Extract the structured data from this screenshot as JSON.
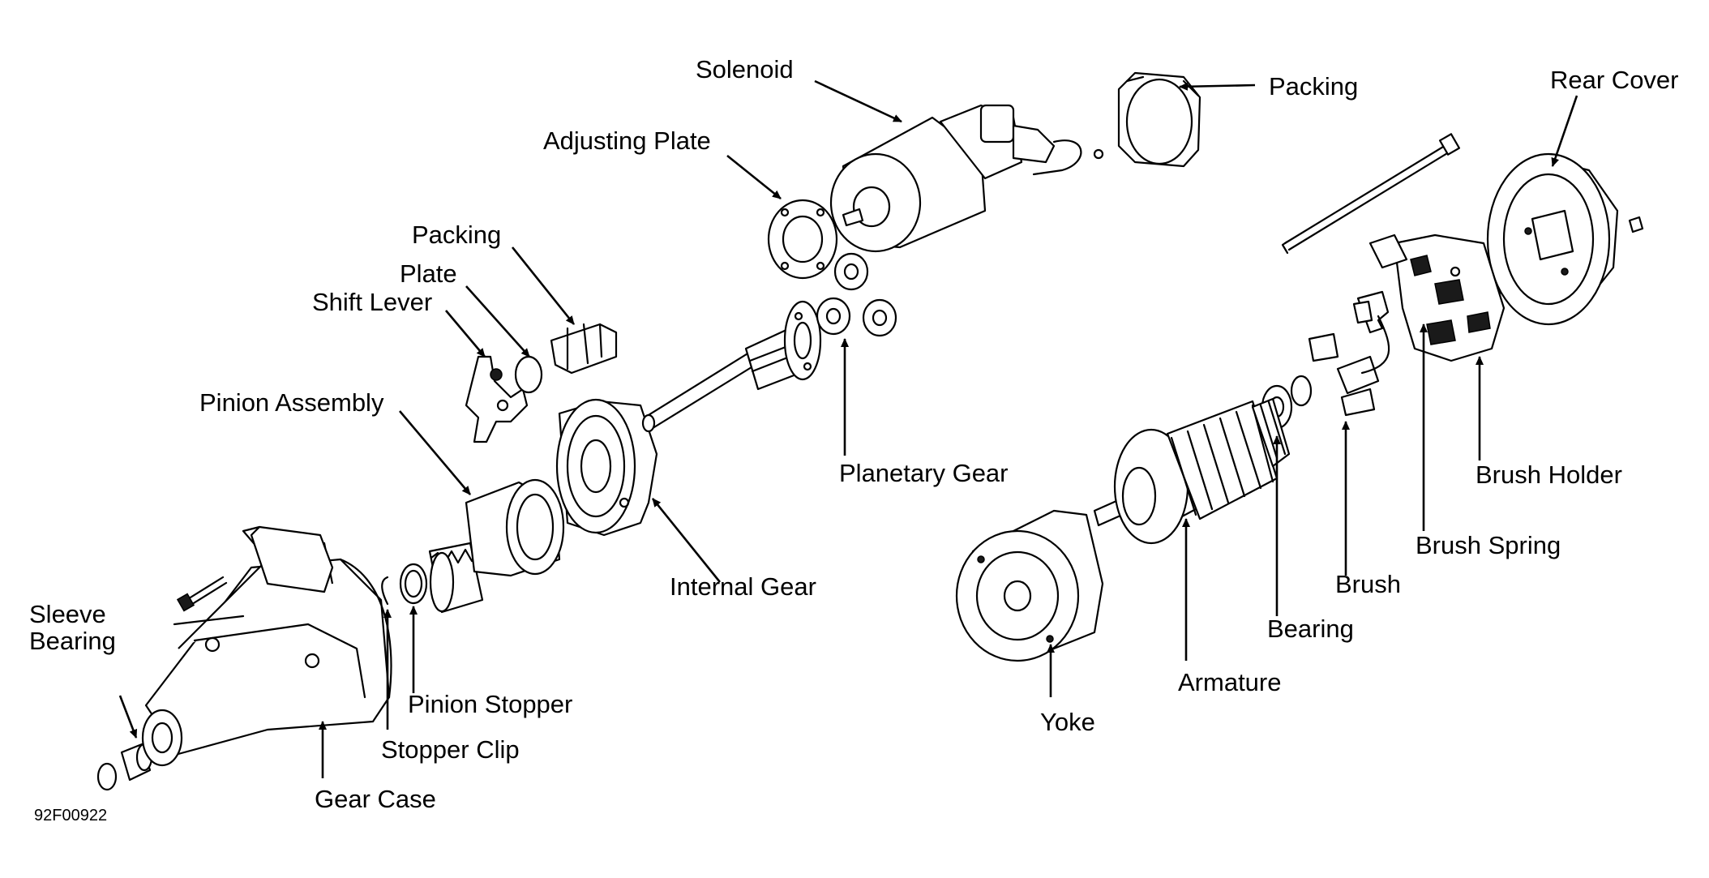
{
  "labels": {
    "solenoid": "Solenoid",
    "packing_top": "Packing",
    "rear_cover": "Rear Cover",
    "adjusting_plate": "Adjusting Plate",
    "packing_left": "Packing",
    "plate": "Plate",
    "shift_lever": "Shift Lever",
    "pinion_assembly": "Pinion Assembly",
    "planetary_gear": "Planetary Gear",
    "brush_holder": "Brush Holder",
    "brush_spring": "Brush Spring",
    "internal_gear": "Internal Gear",
    "brush": "Brush",
    "bearing": "Bearing",
    "sleeve_bearing_1": "Sleeve",
    "sleeve_bearing_2": "Bearing",
    "pinion_stopper": "Pinion Stopper",
    "armature": "Armature",
    "stopper_clip": "Stopper Clip",
    "yoke": "Yoke",
    "gear_case": "Gear Case"
  },
  "figure_id": "92F00922"
}
